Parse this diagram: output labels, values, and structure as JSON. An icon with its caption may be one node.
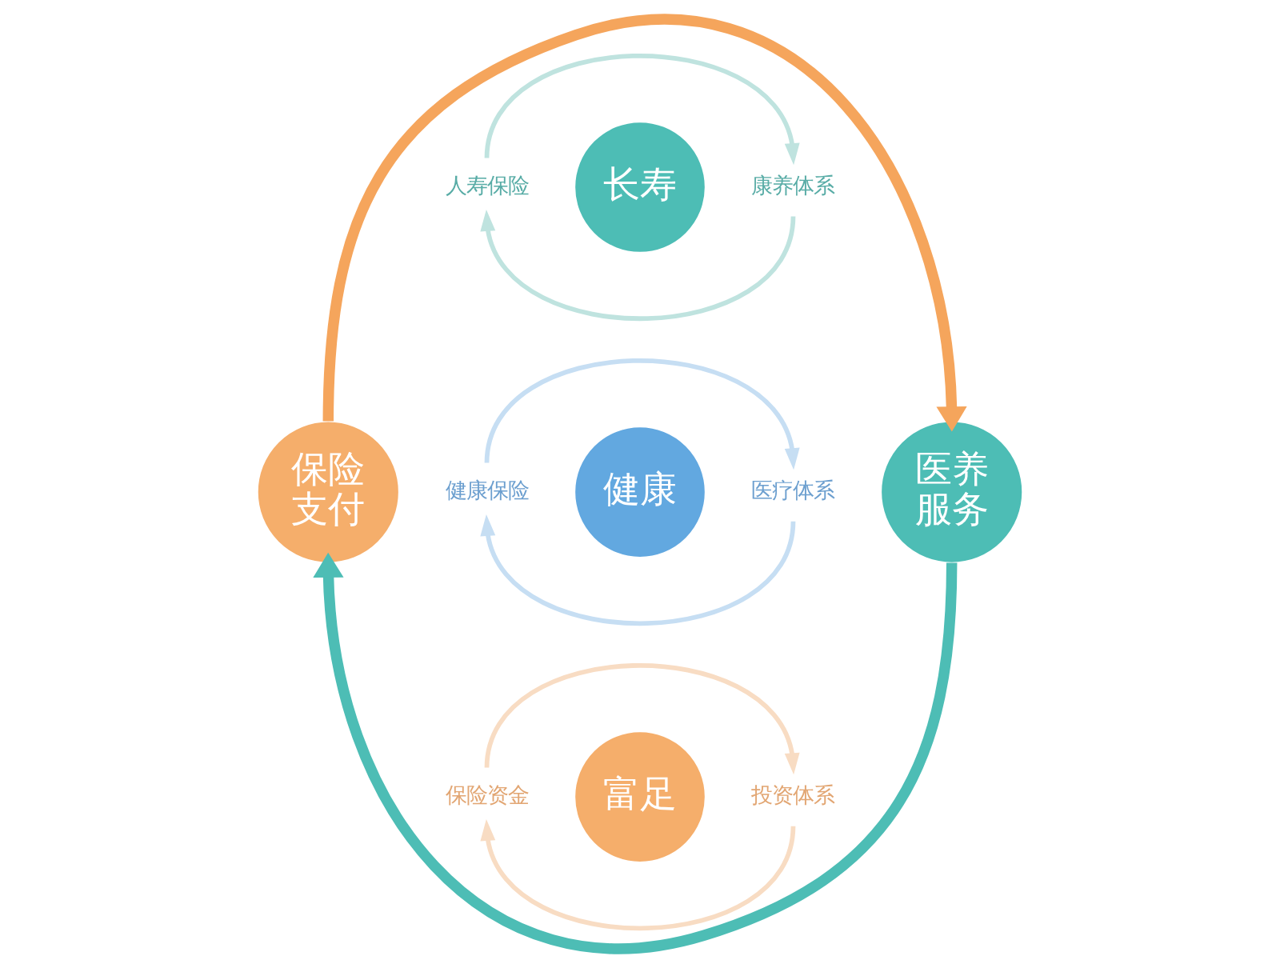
{
  "diagram": {
    "nodes": [
      {
        "text": [
          "人寿保险"
        ]
      },
      {
        "text": [
          "长寿"
        ]
      },
      {
        "text": [
          "康养体系"
        ]
      },
      {
        "text": [
          "保险支付"
        ]
      },
      {
        "text": [
          "健康保险"
        ]
      },
      {
        "text": [
          "健康"
        ]
      },
      {
        "text": [
          "医疗体系"
        ]
      },
      {
        "text": [
          "医养服务"
        ]
      },
      {
        "text": [
          "保险资金"
        ]
      },
      {
        "text": [
          "富足"
        ]
      },
      {
        "text": [
          "投资体系"
        ]
      }
    ],
    "edges": [
      {
        "from": 3,
        "to": 7,
        "arrow": "to",
        "style": "thick",
        "color": "#f5a55c"
      },
      {
        "from": 7,
        "to": 3,
        "arrow": "to",
        "style": "thick",
        "color": "#4dbdb5"
      },
      {
        "from": 0,
        "to": 2,
        "arrow": "to",
        "color": "#bfe3df"
      },
      {
        "from": 2,
        "to": 0,
        "arrow": "to",
        "color": "#bfe3df"
      },
      {
        "from": 4,
        "to": 6,
        "arrow": "to",
        "color": "#c6def3"
      },
      {
        "from": 6,
        "to": 4,
        "arrow": "to",
        "color": "#c6def3"
      },
      {
        "from": 8,
        "to": 10,
        "arrow": "to",
        "color": "#f8dcc3"
      },
      {
        "from": 10,
        "to": 8,
        "arrow": "to",
        "color": "#f8dcc3"
      }
    ]
  }
}
